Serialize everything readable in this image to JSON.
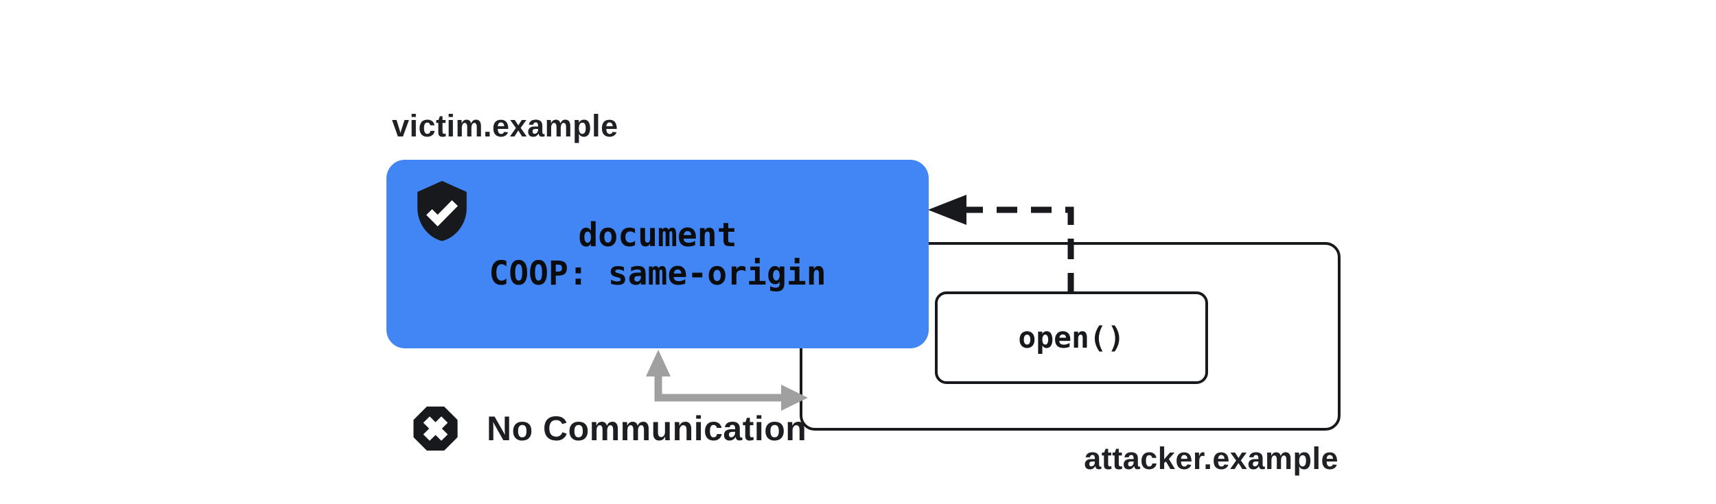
{
  "diagram": {
    "title_hint": "COOP same-origin blocks cross-window communication",
    "victim": {
      "domain_label": "victim.example",
      "document_line": "document",
      "coop_line": "COOP: same-origin",
      "shield_icon": "shield-check-icon"
    },
    "attacker": {
      "domain_label": "attacker.example",
      "open_label": "open()"
    },
    "status": {
      "label": "No Communication",
      "icon": "x-octagon-icon"
    },
    "arrows": {
      "dashed_open_arrow": "dashed arrow from open() call pointing left into victim document",
      "blocked_arrow": "gray elbow arrow between victim document and attacker window"
    },
    "colors": {
      "victim_box_blue": "#4285F4",
      "ink_black": "#17191c",
      "arrow_gray": "#a0a0a0",
      "label_text": "#202124",
      "background": "#ffffff"
    }
  }
}
